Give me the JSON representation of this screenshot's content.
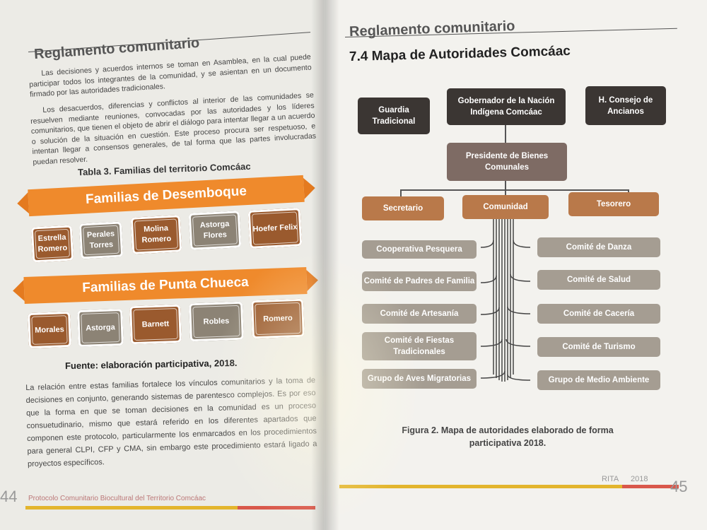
{
  "left_page": {
    "header": "Reglamento comunitario",
    "para1": "Las decisiones y acuerdos internos se toman en Asamblea, en la cual puede participar todos los integrantes de la comunidad, y se asientan en un documento firmado por las autoridades tradicionales.",
    "para2": "Los desacuerdos, diferencias y conflictos al interior de las comunidades se resuelven mediante reuniones, convocadas por las autoridades y los líderes comunitarios, que tienen el objeto de abrir el diálogo para intentar llegar a un acuerdo o solución de la situación en cuestión. Este proceso procura ser respetuoso, e intentan llegar a consensos generales, de tal forma que las partes involucradas puedan resolver.",
    "table_title": "Tabla 3. Familias del territorio Comcáac",
    "banner1": "Familias de Desemboque",
    "families1": [
      "Estrella Romero",
      "Perales Torres",
      "Molina Romero",
      "Astorga Flores",
      "Hoefer Felix"
    ],
    "banner2": "Familias de Punta Chueca",
    "families2": [
      "Morales",
      "Astorga",
      "Barnett",
      "Robles",
      "Romero"
    ],
    "source": "Fuente: elaboración participativa, 2018.",
    "para3": "La relación entre estas familias fortalece los vínculos comunitarios y la toma de decisiones en conjunto, generando sistemas de parentesco complejos. Es por eso que la forma en que se toman decisiones en la comunidad es un proceso consuetudinario, mismo que estará referido en los diferentes apartados que componen este protocolo, particularmente los enmarcados en los procedimientos para general CLPI, CFP y CMA, sin embargo este procedimiento estará ligado a proyectos específicos.",
    "page_number": "44",
    "footer": "Protocolo Comunitario Biocultural del Territorio Comcáac"
  },
  "right_page": {
    "header": "Reglamento comunitario",
    "section_title": "7.4 Mapa de Autoridades Comcáac",
    "top": {
      "guardia": "Guardia Tradicional",
      "gobernador": "Gobernador de la Nación Indígena Comcáac",
      "consejo": "H. Consejo de Ancianos"
    },
    "presidente": "Presidente de Bienes Comunales",
    "level3": [
      "Secretario",
      "Comunidad",
      "Tesorero"
    ],
    "left_committees": [
      "Cooperativa Pesquera",
      "Comité de Padres de Familia",
      "Comité de Artesanía",
      "Comité de Fiestas Tradicionales",
      "Grupo de Aves Migratorias"
    ],
    "right_committees": [
      "Comité de Danza",
      "Comité de Salud",
      "Comité de Cacería",
      "Comité de Turismo",
      "Grupo de Medio Ambiente"
    ],
    "caption": "Figura 2. Mapa de autoridades elaborado de forma participativa 2018.",
    "footer_org": "RITA",
    "footer_year": "2018",
    "page_number": "45"
  }
}
